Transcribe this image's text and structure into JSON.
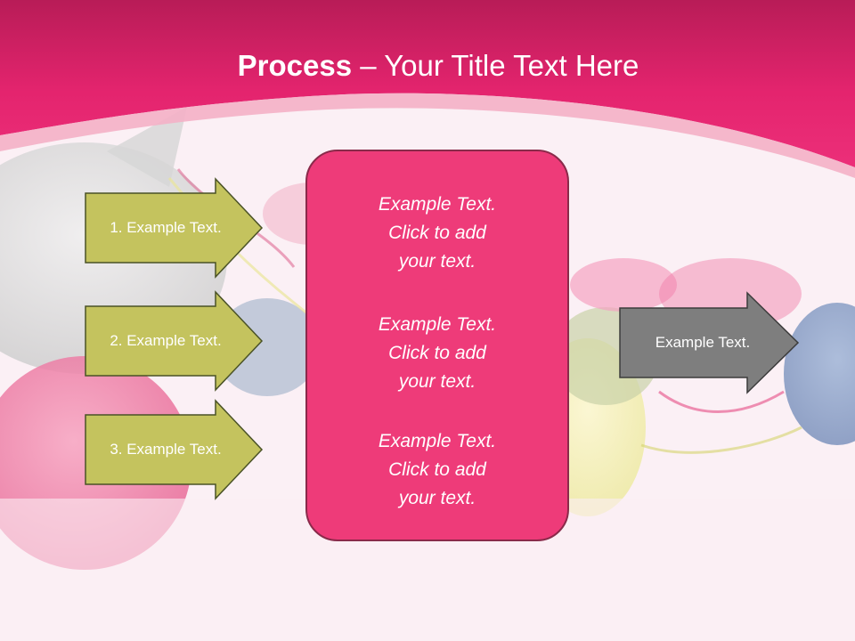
{
  "slide": {
    "title_bold": "Process",
    "title_rest": " – Your Title Text Here"
  },
  "colors": {
    "header_pink": "#e8246f",
    "header_dark": "#b81c57",
    "arrow_olive": "#c4c35e",
    "arrow_border": "#4a5226",
    "center_pink": "#ee3b79",
    "output_gray": "#7e7e7e"
  },
  "steps": [
    {
      "label": "1. Example Text."
    },
    {
      "label": "2. Example Text."
    },
    {
      "label": "3. Example Text."
    }
  ],
  "center_blocks": [
    {
      "line1": "Example Text.",
      "line2": "Click  to add",
      "line3": "your text."
    },
    {
      "line1": "Example Text.",
      "line2": "Click  to add",
      "line3": "your text."
    },
    {
      "line1": "Example Text.",
      "line2": "Click  to add",
      "line3": "your text."
    }
  ],
  "output": {
    "label": "Example Text."
  }
}
